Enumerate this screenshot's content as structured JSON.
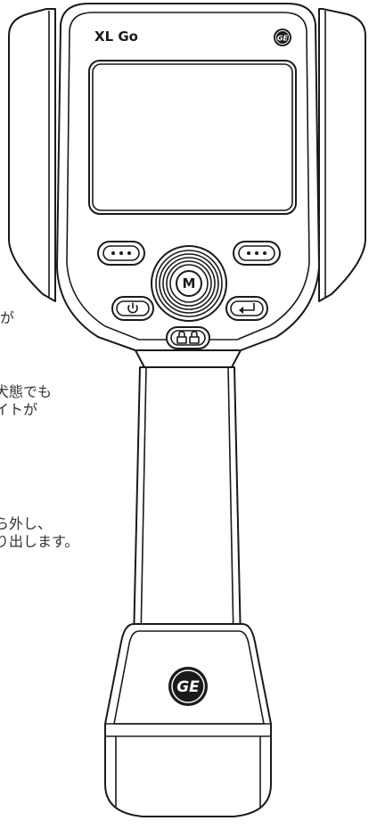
{
  "device": {
    "model_label": "XL Go",
    "brand": "GE",
    "colors": {
      "outline": "#1a1a1a",
      "body": "#ffffff"
    }
  },
  "buttons": {
    "menu_left": {
      "icon": "three-dots-icon"
    },
    "menu_right": {
      "icon": "three-dots-icon"
    },
    "joystick": {
      "label": "M"
    },
    "power": {
      "icon": "power-icon"
    },
    "enter": {
      "icon": "enter-arrow-icon"
    },
    "lock": {
      "icon": "lock-icon"
    }
  },
  "side_text": {
    "line1": "が",
    "line2": "犬態でも",
    "line3": "イトが",
    "line4": "ら外し、",
    "line5": "り出します。"
  }
}
